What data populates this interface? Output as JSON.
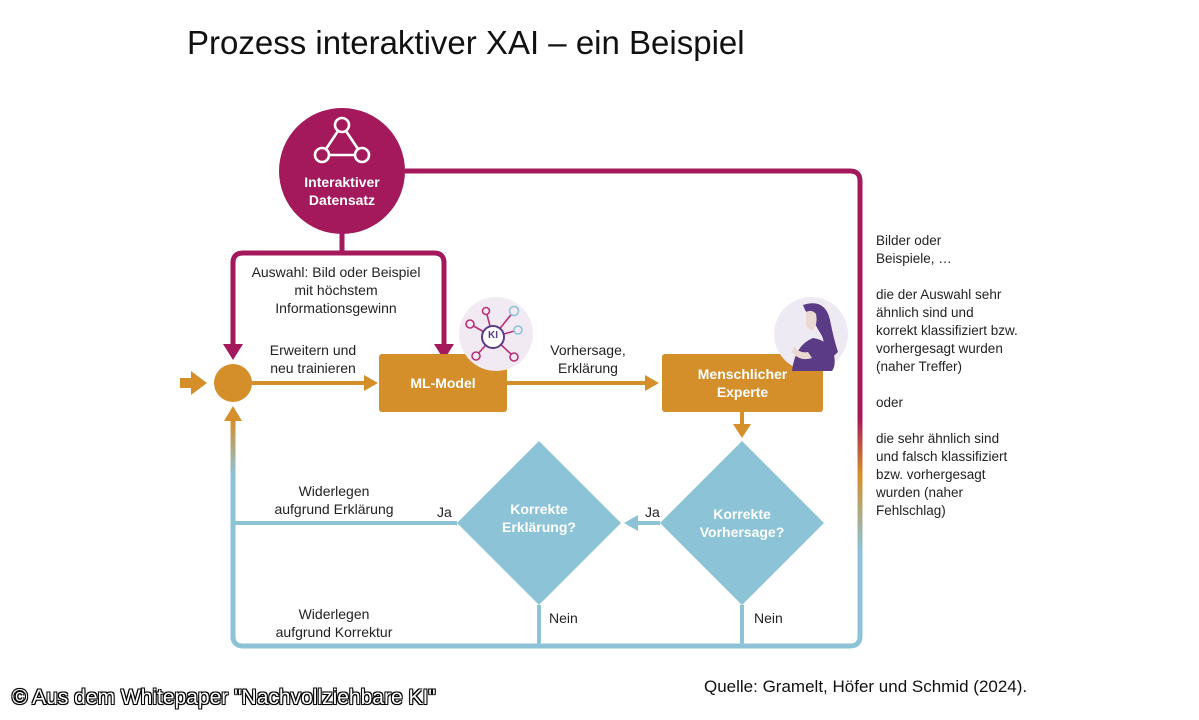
{
  "title": "Prozess interaktiver XAI – ein Beispiel",
  "colors": {
    "crimson": "#a3195b",
    "orange": "#d48f2a",
    "lightblue": "#8cc3d6",
    "purple": "#5b3a86"
  },
  "nodes": {
    "dataset": {
      "line1": "Interaktiver",
      "line2": "Datensatz",
      "icon": "network-triangle-icon"
    },
    "model": {
      "label": "ML-Model",
      "badge": "KI",
      "icon": "ai-network-icon"
    },
    "expert": {
      "line1": "Menschlicher",
      "line2": "Experte",
      "icon": "woman-avatar-icon"
    },
    "prediction_check": {
      "line1": "Korrekte",
      "line2": "Vorhersage?"
    },
    "explanation_check": {
      "line1": "Korrekte",
      "line2": "Erklärung?"
    }
  },
  "edges": {
    "selection": {
      "line1": "Auswahl: Bild oder Beispiel",
      "line2": "mit höchstem",
      "line3": "Informationsgewinn"
    },
    "retrain": {
      "line1": "Erweitern und",
      "line2": "neu trainieren"
    },
    "prediction": {
      "line1": "Vorhersage,",
      "line2": "Erklärung"
    },
    "yes_prediction": "Ja",
    "yes_explanation": "Ja",
    "no_prediction": "Nein",
    "no_explanation": "Nein",
    "refute_explanation": {
      "line1": "Widerlegen",
      "line2": "aufgrund Erklärung"
    },
    "refute_correction": {
      "line1": "Widerlegen",
      "line2": "aufgrund Korrektur"
    }
  },
  "side_note": {
    "p1_line1": "Bilder oder",
    "p1_line2": "Beispiele, …",
    "p2_line1": "die der Auswahl sehr",
    "p2_line2": "ähnlich sind und",
    "p2_line3": "korrekt klassifiziert bzw.",
    "p2_line4": "vorhergesagt wurden",
    "p2_line5": "(naher Treffer)",
    "p3": "oder",
    "p4_line1": "die sehr ähnlich sind",
    "p4_line2": "und falsch klassifiziert",
    "p4_line3": "bzw. vorhergesagt",
    "p4_line4": "wurden (naher",
    "p4_line5": "Fehlschlag)"
  },
  "source": "Quelle: Gramelt, Höfer und Schmid (2024).",
  "copyright": "© Aus dem Whitepaper \"Nachvollziehbare KI\""
}
